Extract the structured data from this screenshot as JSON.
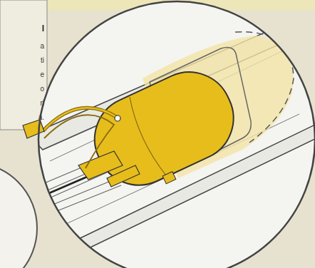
{
  "diagram": {
    "labels": [
      "l",
      "a",
      "ti",
      "e",
      "o",
      "ri",
      "a."
    ]
  }
}
